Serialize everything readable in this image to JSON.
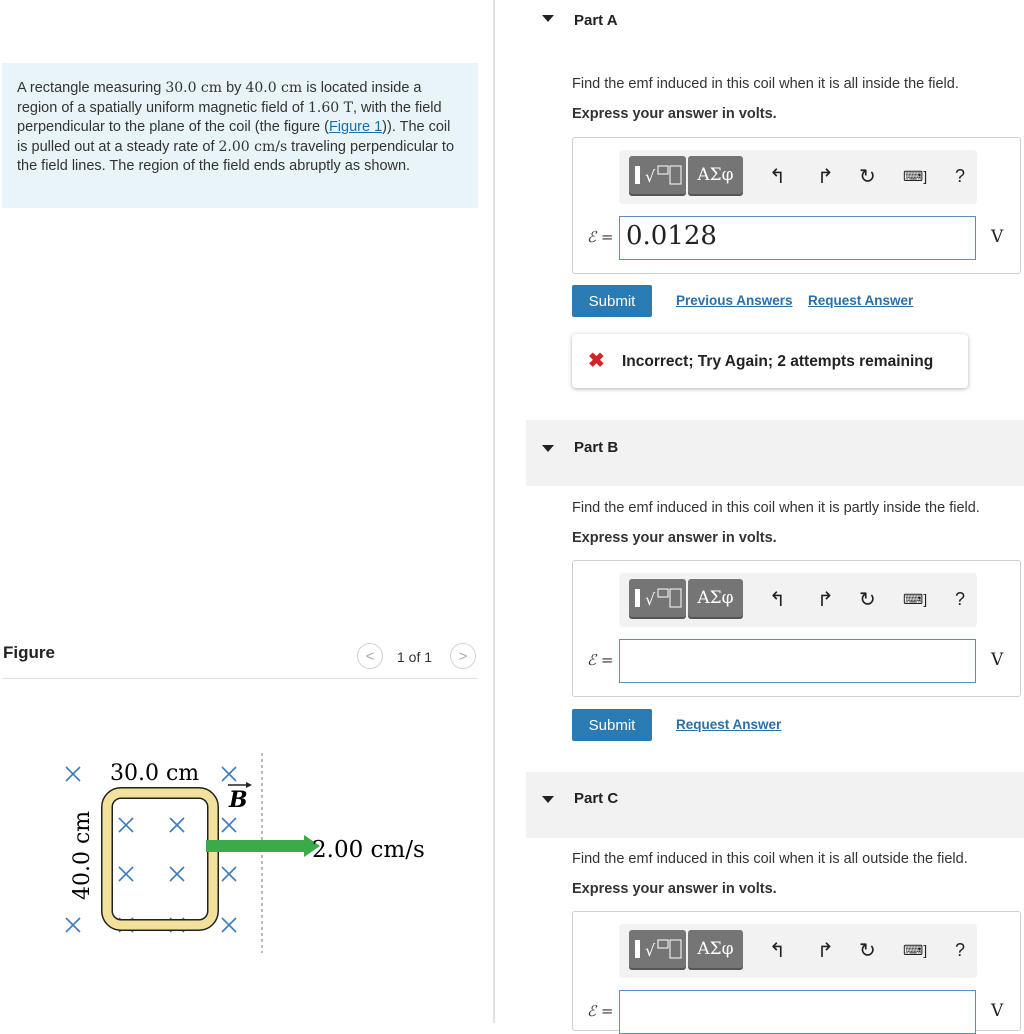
{
  "problem": {
    "text_1": "A rectangle measuring ",
    "m_1": "30.0 cm",
    "text_2": " by ",
    "m_2": "40.0 cm",
    "text_3": " is located inside a region of a spatially uniform magnetic field of ",
    "m_3": "1.60 T",
    "text_4": ", with the field perpendicular to the plane of the coil (the figure (",
    "figure_link": "Figure 1",
    "text_5": ")). The coil is pulled out at a steady rate of ",
    "m_4": "2.00 cm/s",
    "text_6": " traveling perpendicular to the field lines. The region of the field ends abruptly as shown."
  },
  "figure": {
    "title": "Figure",
    "counter": "1 of 1",
    "prev_icon": "chevron-left-icon",
    "next_icon": "chevron-right-icon",
    "width_label": "30.0 cm",
    "height_label": "40.0 cm",
    "field_label": "B",
    "speed_label": "2.00 cm/s",
    "field_symbol": "×",
    "arrow_color": "#3aaa4b",
    "coil_color": "#f2e19a"
  },
  "toolbar": {
    "template_icon": "fraction-sqrt-template-icon",
    "greek_label": "ΑΣφ",
    "undo_icon": "undo-icon",
    "redo_icon": "redo-icon",
    "reset_icon": "reset-icon",
    "keyboard_icon": "keyboard-icon",
    "help_label": "?"
  },
  "partA": {
    "title": "Part A",
    "question": "Find the emf induced in this coil when it is all inside the field.",
    "instruction": "Express your answer in volts.",
    "symbol": "ℰ =",
    "value": "0.0128",
    "unit": "V",
    "submit_label": "Submit",
    "previous_answers_label": "Previous Answers",
    "request_answer_label": "Request Answer",
    "feedback": "Incorrect; Try Again; 2 attempts remaining",
    "feedback_color": "#d0242b"
  },
  "partB": {
    "title": "Part B",
    "question": "Find the emf induced in this coil when it is partly inside the field.",
    "instruction": "Express your answer in volts.",
    "symbol": "ℰ =",
    "value": "",
    "unit": "V",
    "submit_label": "Submit",
    "request_answer_label": "Request Answer"
  },
  "partC": {
    "title": "Part C",
    "question": "Find the emf induced in this coil when it is all outside the field.",
    "instruction": "Express your answer in volts.",
    "symbol": "ℰ =",
    "value": "",
    "unit": "V"
  },
  "colors": {
    "accent": "#2a7ab3",
    "problem_bg": "#e8f4f7",
    "part_header_bg": "#f2f2f2"
  }
}
